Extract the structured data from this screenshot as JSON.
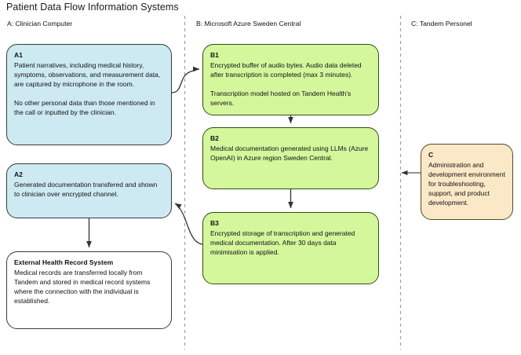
{
  "diagram": {
    "title": "Patient Data Flow Information Systems",
    "type": "swimlane-flowchart",
    "lanes": [
      {
        "key": "A",
        "label": "A: Clinician Computer"
      },
      {
        "key": "B",
        "label": "B: Microsoft Azure Sweden Central"
      },
      {
        "key": "C",
        "label": "C: Tandem Personel"
      }
    ],
    "colors": {
      "lane_a_fill": "#cdeaf2",
      "lane_b_fill": "#d4f79c",
      "lane_c_fill": "#fbe8c6",
      "node_white_fill": "#ffffff",
      "border": "#333333",
      "connector": "#333333",
      "lane_divider": "#9aa0a6",
      "text": "#111111"
    },
    "nodes": [
      {
        "id": "A1",
        "lane": "A",
        "fill": "blue",
        "body": "Patient narratives, including medical history, symptoms, observations, and measurement data, are captured by microphone in the room.\n\nNo other personal data than those mentioned in the call or inputted by the clinician."
      },
      {
        "id": "A2",
        "lane": "A",
        "fill": "blue",
        "body": "Generated documentation transfered and shown to clinician over encrypted channel."
      },
      {
        "id": "External Health Record System",
        "lane": "A",
        "fill": "white",
        "body": "Medical records are transferred locally from Tandem and stored in medical record systems where the connection with the individual is established."
      },
      {
        "id": "B1",
        "lane": "B",
        "fill": "green",
        "body": "Encrypted buffer of audio bytes. Audio data deleted after transcription is completed (max 3 minutes).\n\nTranscription model hosted on Tandem Health's servers."
      },
      {
        "id": "B2",
        "lane": "B",
        "fill": "green",
        "body": "Medical documentation generated using LLMs (Azure OpenAI) in Azure region Sweden Central."
      },
      {
        "id": "B3",
        "lane": "B",
        "fill": "green",
        "body": "Encrypted storage of transcription and generated medical documentation. After 30 days data minimisation is applied."
      },
      {
        "id": "C",
        "lane": "C",
        "fill": "orange",
        "body": "Administration and development environment for troubleshooting, support, and product development."
      }
    ],
    "connectors": [
      {
        "from": "A1",
        "to": "B1",
        "style": "curved-arrow"
      },
      {
        "from": "B1",
        "to": "B2",
        "style": "straight-arrow"
      },
      {
        "from": "B2",
        "to": "B3",
        "style": "straight-arrow"
      },
      {
        "from": "B3",
        "to": "A2",
        "style": "curved-arrow"
      },
      {
        "from": "A2",
        "to": "External Health Record System",
        "style": "straight-arrow"
      },
      {
        "from": "C",
        "to": "B-lane",
        "style": "straight-arrow"
      }
    ]
  }
}
